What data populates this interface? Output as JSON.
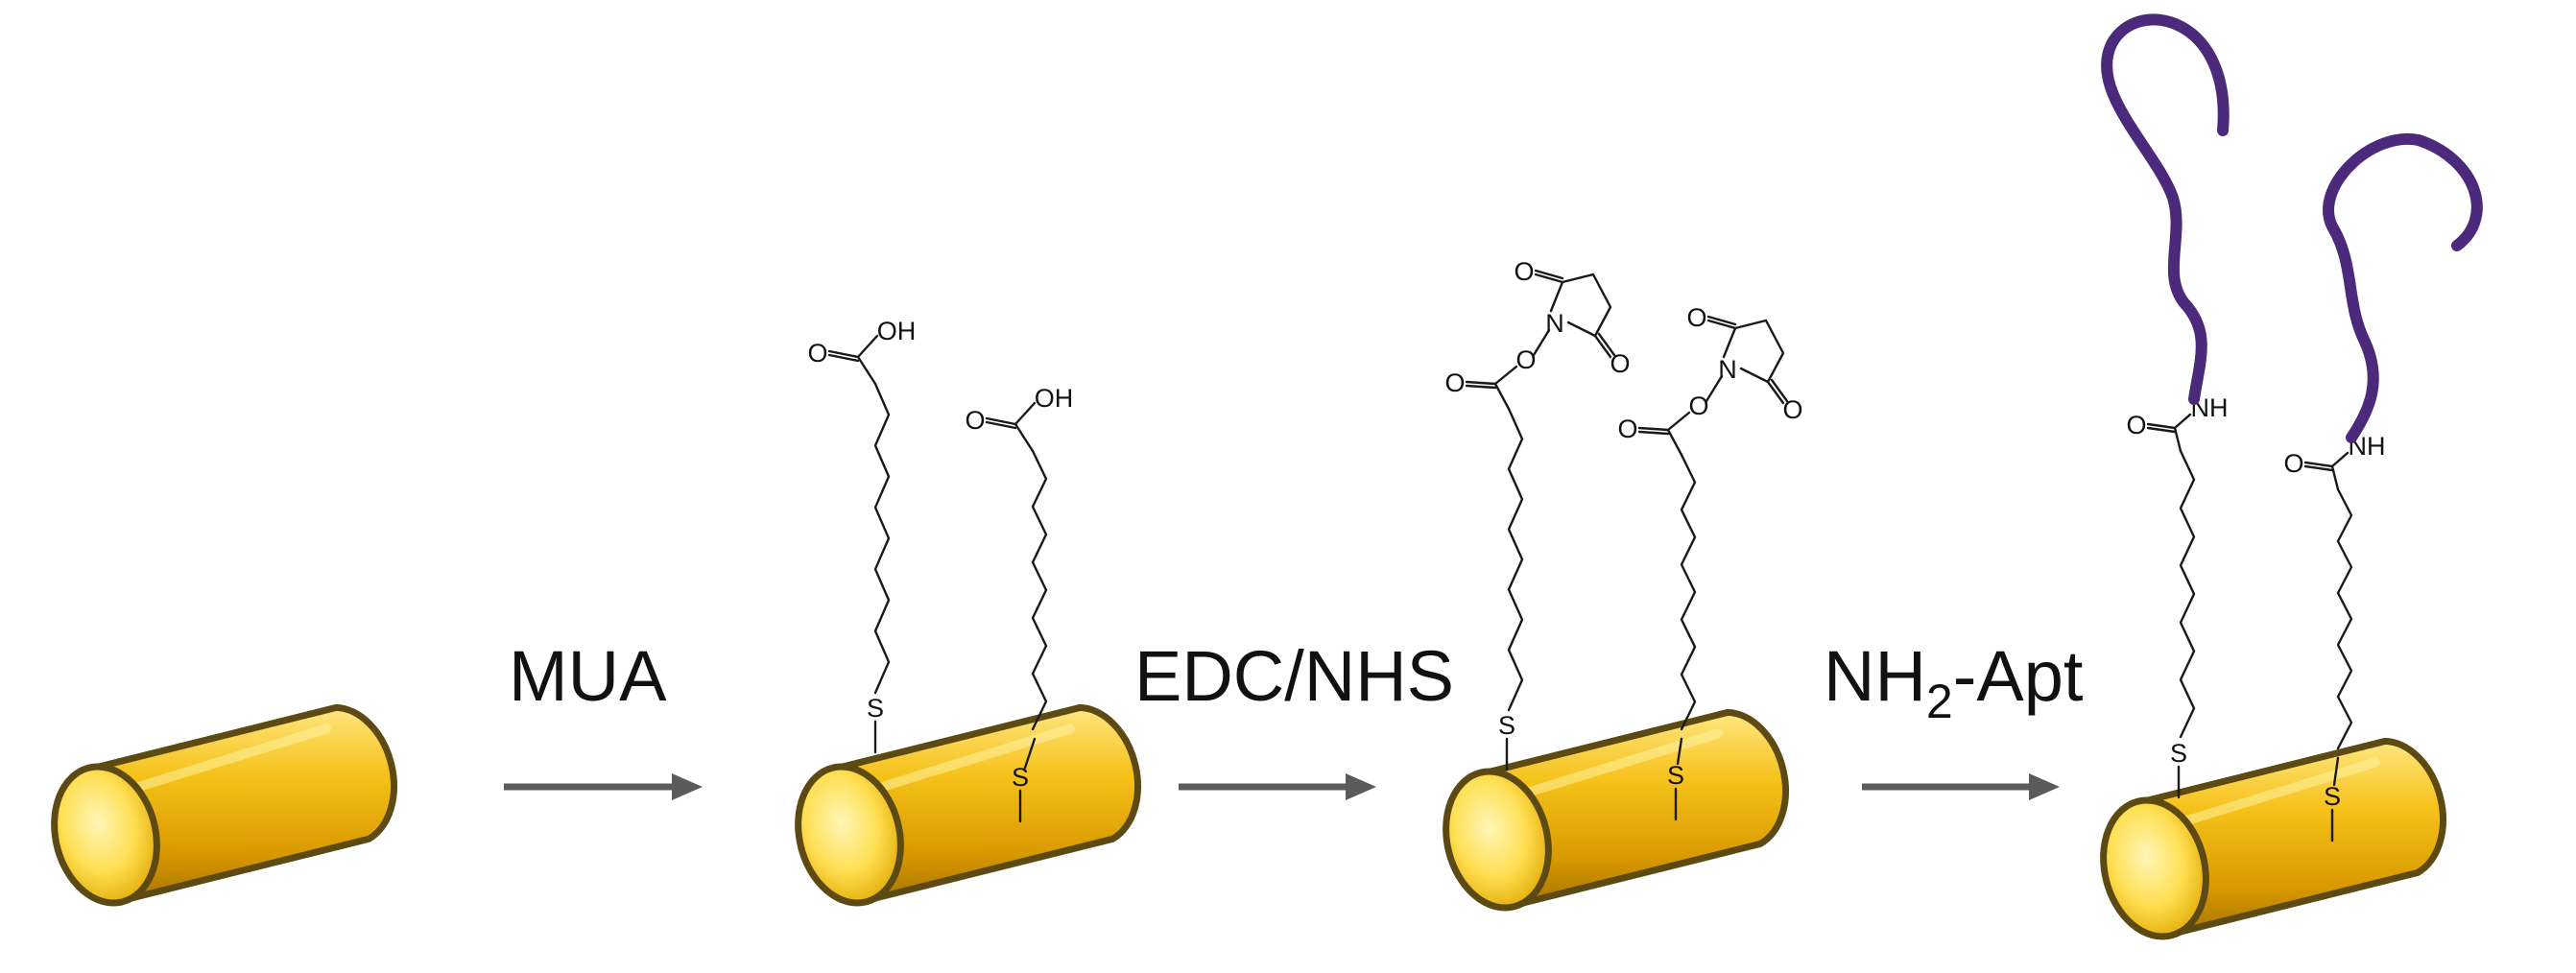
{
  "steps": [
    {
      "label_main": "MUA",
      "label_sub": "",
      "label_tail": ""
    },
    {
      "label_main": "EDC/NHS",
      "label_sub": "",
      "label_tail": ""
    },
    {
      "label_main": "NH",
      "label_sub": "2",
      "label_tail": "-Apt"
    }
  ],
  "atoms": {
    "sulfur": "S",
    "oxygen": "O",
    "nitrogen": "N",
    "hydroxyl": "OH",
    "amide": "NH"
  },
  "colors": {
    "gold_light": "#ffe066",
    "gold": "#f2b705",
    "gold_dark": "#b07d00",
    "rod_outline": "#5c4a12",
    "arrow": "#5b5b5b",
    "aptamer": "#4b2a7c",
    "aptamer_dark": "#2e1752"
  },
  "icons": {
    "nanorod": "gold-nanorod",
    "arrow": "right-arrow",
    "aptamer": "aptamer-strand"
  }
}
